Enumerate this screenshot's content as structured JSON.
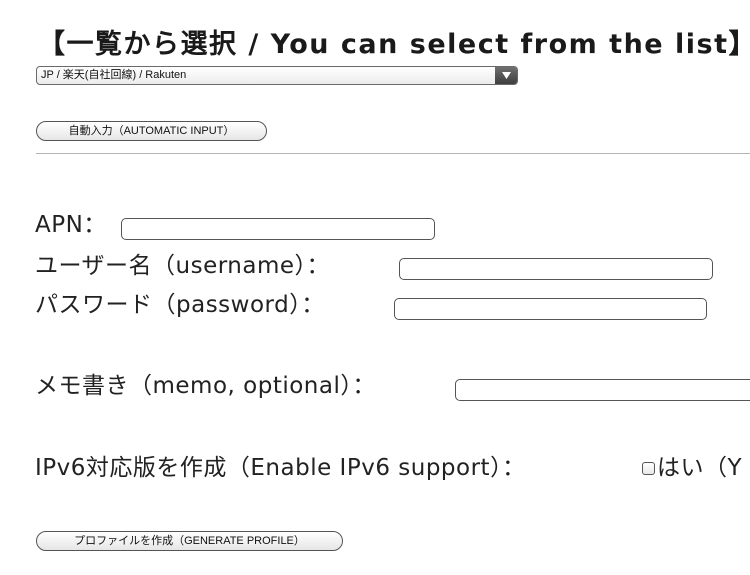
{
  "page": {
    "title": "【一覧から選択 / You can select from the list】"
  },
  "carrier_select": {
    "selected": "JP / 楽天(自社回線) / Rakuten"
  },
  "buttons": {
    "auto_input": "自動入力（AUTOMATIC INPUT）",
    "generate_profile": "プロファイルを作成（GENERATE PROFILE）"
  },
  "fields": {
    "apn": {
      "label": "APN：",
      "value": ""
    },
    "username": {
      "label": "ユーザー名（username）：",
      "value": ""
    },
    "password": {
      "label": "パスワード（password）：",
      "value": ""
    },
    "memo": {
      "label": "メモ書き（memo, optional）：",
      "value": ""
    }
  },
  "ipv6": {
    "label": "IPv6対応版を作成（Enable IPv6 support）：",
    "checkbox_label": "はい（Y",
    "checked": false
  }
}
